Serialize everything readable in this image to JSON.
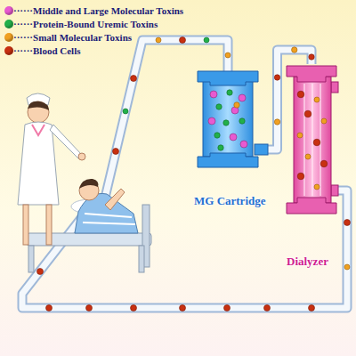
{
  "diagram": {
    "nodes": [
      {
        "text": [
          "MG Cartridge"
        ]
      },
      {
        "text": [
          "Dialyzer"
        ]
      }
    ],
    "edges": [
      {
        "from": 0,
        "to": 1,
        "arrow": "none"
      }
    ],
    "legend": [
      {
        "text": "······Middle and Large Molecular Toxins",
        "color": "#e85ad0"
      },
      {
        "text": "······Protein-Bound Uremic Toxins",
        "color": "#22b04a"
      },
      {
        "text": "······Small Molecular Toxins",
        "color": "#f0a020"
      },
      {
        "text": "······Blood Cells",
        "color": "#c83010"
      }
    ]
  }
}
